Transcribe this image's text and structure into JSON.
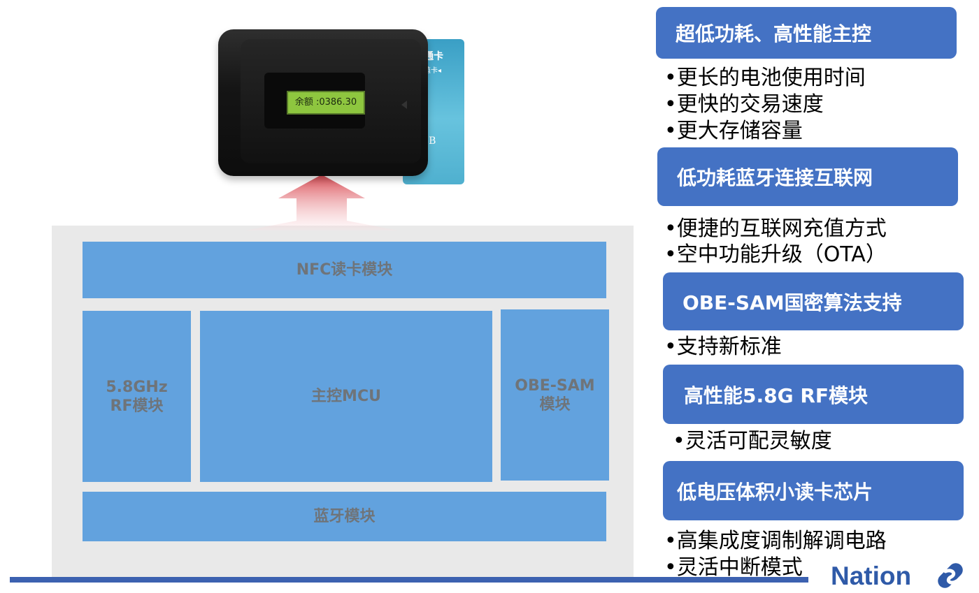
{
  "device": {
    "lcd_text": "余额 :0386.30",
    "card_text_top": "通卡",
    "card_text_sub": "值卡◂",
    "card_text_bottom": "GB"
  },
  "diagram": {
    "nfc": "NFC读卡模块",
    "rf": "5.8GHz\nRF模块",
    "mcu": "主控MCU",
    "sam": "OBE-SAM\n模块",
    "bt": "蓝牙模块"
  },
  "features": [
    {
      "title": "超低功耗、高性能主控",
      "bullets": [
        "•更长的电池使用时间",
        "•更快的交易速度",
        "•更大存储容量"
      ]
    },
    {
      "title": "低功耗蓝牙连接互联网",
      "bullets": [
        "•便捷的互联网充值方式",
        "•空中功能升级（OTA）"
      ]
    },
    {
      "title": "OBE-SAM国密算法支持",
      "bullets": [
        "•支持新标准"
      ]
    },
    {
      "title": "高性能5.8G RF模块",
      "bullets": [
        "•灵活可配灵敏度"
      ]
    },
    {
      "title": "低电压体积小读卡芯片",
      "bullets": [
        "•高集成度调制解调电路",
        "•灵活中断模式"
      ]
    }
  ],
  "brand": {
    "name": "Nation"
  },
  "colors": {
    "header": "#4472c4",
    "module": "#62a2de",
    "panel": "#e9e9e9",
    "brand": "#2f5aa8"
  }
}
